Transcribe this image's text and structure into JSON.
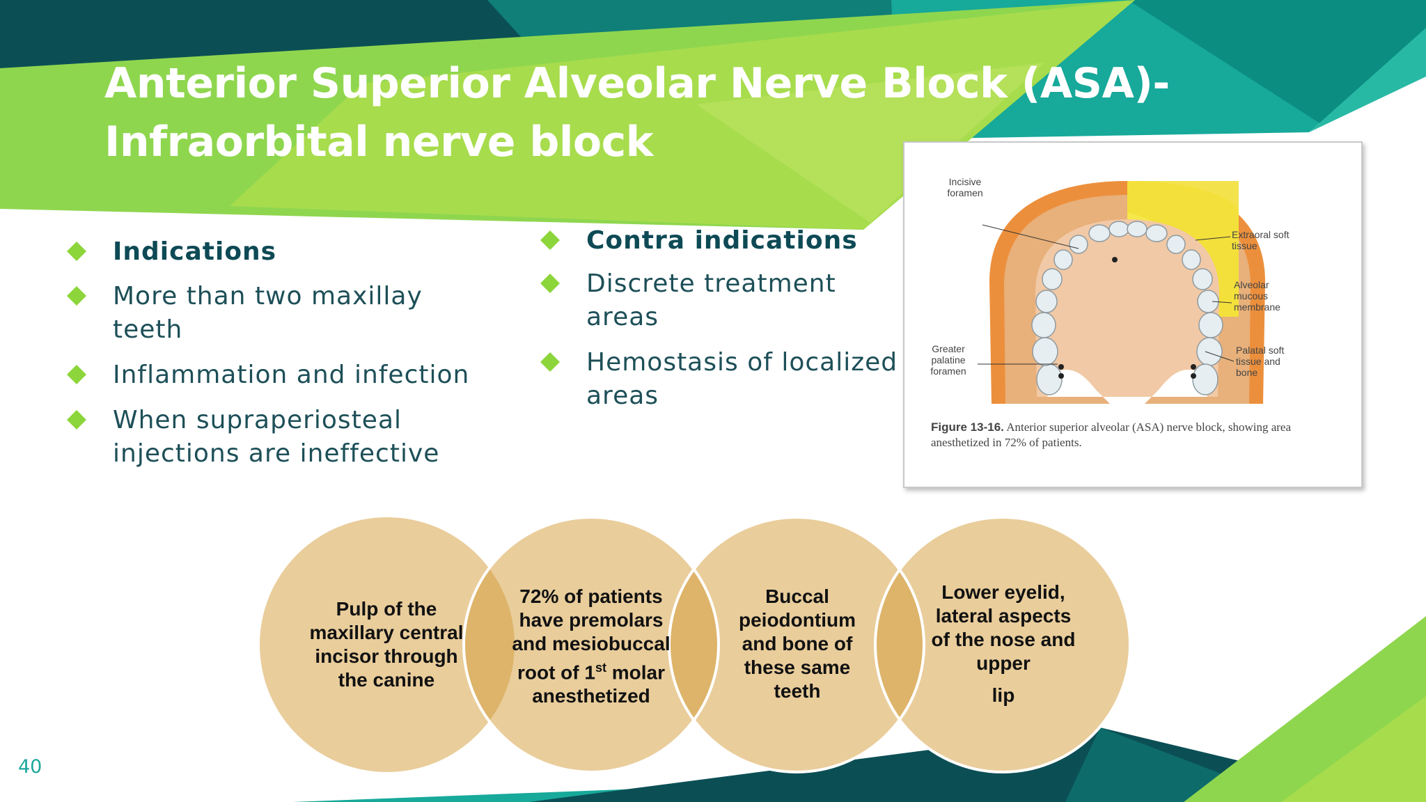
{
  "slide": {
    "title_line1": "Anterior Superior Alveolar Nerve Block (ASA)-",
    "title_line2": "Infraorbital nerve block",
    "page_number": "40",
    "colors": {
      "dark_teal": "#0b4f55",
      "teal": "#12a596",
      "light_green": "#a5db4a",
      "bright_green": "#8fd64f",
      "bullet_green": "#8cd53b",
      "circle_fill": "#e9cd9b",
      "circle_overlap": "#ddb46a",
      "text_dark": "#1d4f58"
    }
  },
  "indications": {
    "heading": "Indications",
    "items": [
      "More than two maxillay teeth",
      "Inflammation and infection",
      "When supraperiosteal injections are ineffective"
    ]
  },
  "contra": {
    "heading": "Contra indications",
    "items": [
      "Discrete treatment areas",
      "Hemostasis of localized areas"
    ]
  },
  "figure": {
    "labels": {
      "incisive": "Incisive foramen",
      "greater": "Greater palatine foramen",
      "extraoral": "Extraoral soft tissue",
      "alveolar": "Alveolar mucous membrane",
      "palatal": "Palatal soft tissue and bone"
    },
    "caption_prefix": "Figure 13-16.",
    "caption_text": "Anterior superior alveolar (ASA) nerve block, showing area anesthetized in 72% of patients."
  },
  "circles": {
    "c1": "Pulp of the maxillary central incisor through the canine",
    "c2_before": "72% of patients have premolars and mesiobuccal root of 1",
    "c2_sup": "st",
    "c2_after": " molar anesthetized",
    "c3": "Buccal peiodontium and bone of these same teeth",
    "c4a": "Lower eyelid, lateral aspects of the nose and upper",
    "c4b": "lip"
  }
}
